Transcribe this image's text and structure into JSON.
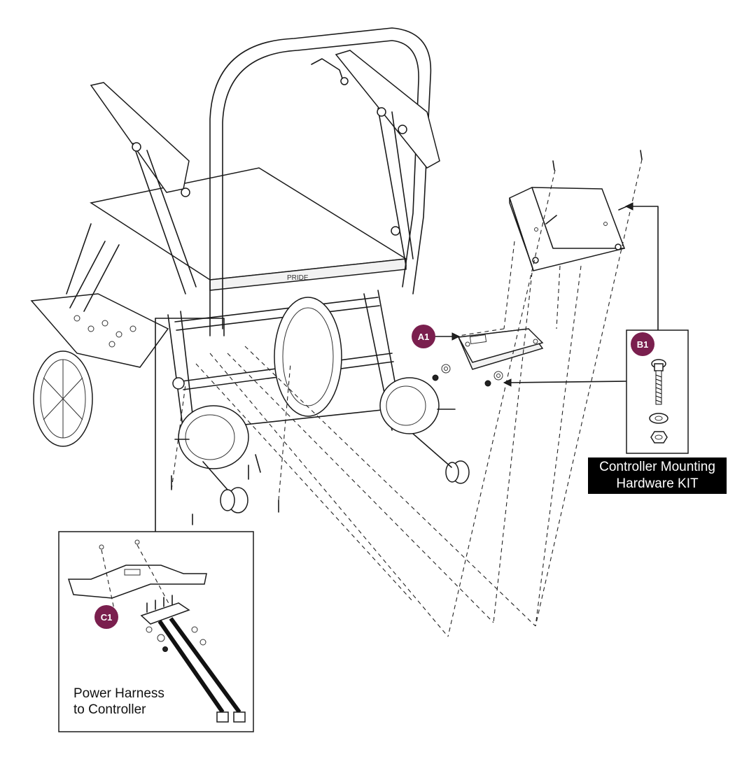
{
  "callouts": {
    "a1": "A1",
    "b1": "B1",
    "c1": "C1"
  },
  "labels": {
    "kit_line1": "Controller Mounting",
    "kit_line2": "Hardware KIT",
    "harness_line1": "Power Harness",
    "harness_line2": "to Controller",
    "brand": "PRIDE"
  },
  "colors": {
    "callout": "#7a1f4e",
    "line": "#1a1a1a",
    "label_bg": "#000000",
    "label_text": "#ffffff"
  }
}
